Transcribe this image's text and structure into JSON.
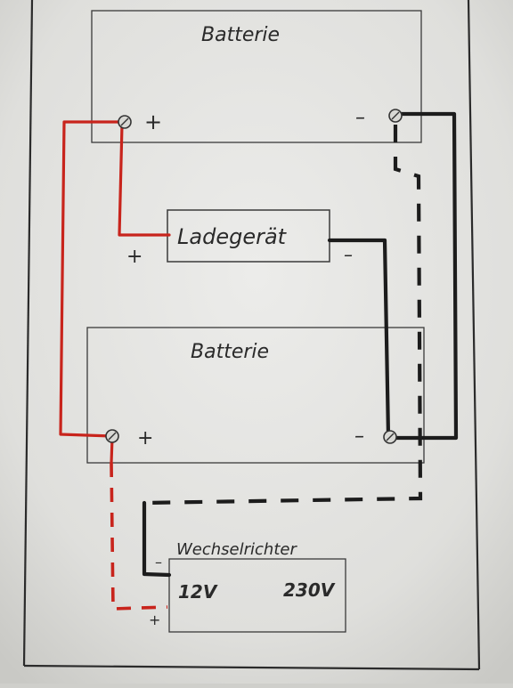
{
  "components": {
    "battery_top": {
      "label": "Batterie",
      "plus": "+",
      "minus": "–"
    },
    "charger": {
      "label": "Ladegerät",
      "plus": "+",
      "minus": "–"
    },
    "battery_bottom": {
      "label": "Batterie",
      "plus": "+",
      "minus": "–"
    },
    "inverter": {
      "label": "Wechselrichter",
      "input": "12V",
      "output": "230V",
      "plus": "+",
      "minus": "–"
    }
  },
  "colors": {
    "paper": "#e4e4e1",
    "pencil": "#3a3a3a",
    "red_wire": "#c8241c",
    "black_wire": "#1c1c1c"
  }
}
